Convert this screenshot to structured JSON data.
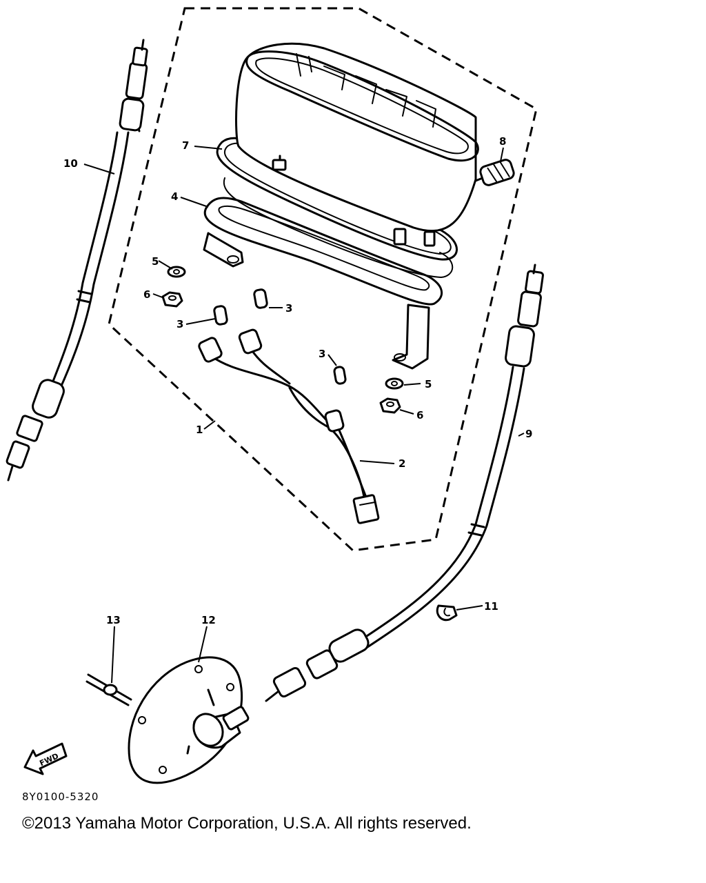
{
  "diagram": {
    "drawing_code": "8Y0100-5320",
    "direction_arrow": "FWD",
    "callouts": {
      "c1": "1",
      "c2": "2",
      "c3a": "3",
      "c3b": "3",
      "c3c": "3",
      "c4": "4",
      "c5a": "5",
      "c5b": "5",
      "c6a": "6",
      "c6b": "6",
      "c7": "7",
      "c8": "8",
      "c9": "9",
      "c10": "10",
      "c11": "11",
      "c12": "12",
      "c13": "13"
    }
  },
  "copyright": "©2013 Yamaha Motor Corporation, U.S.A. All rights reserved."
}
